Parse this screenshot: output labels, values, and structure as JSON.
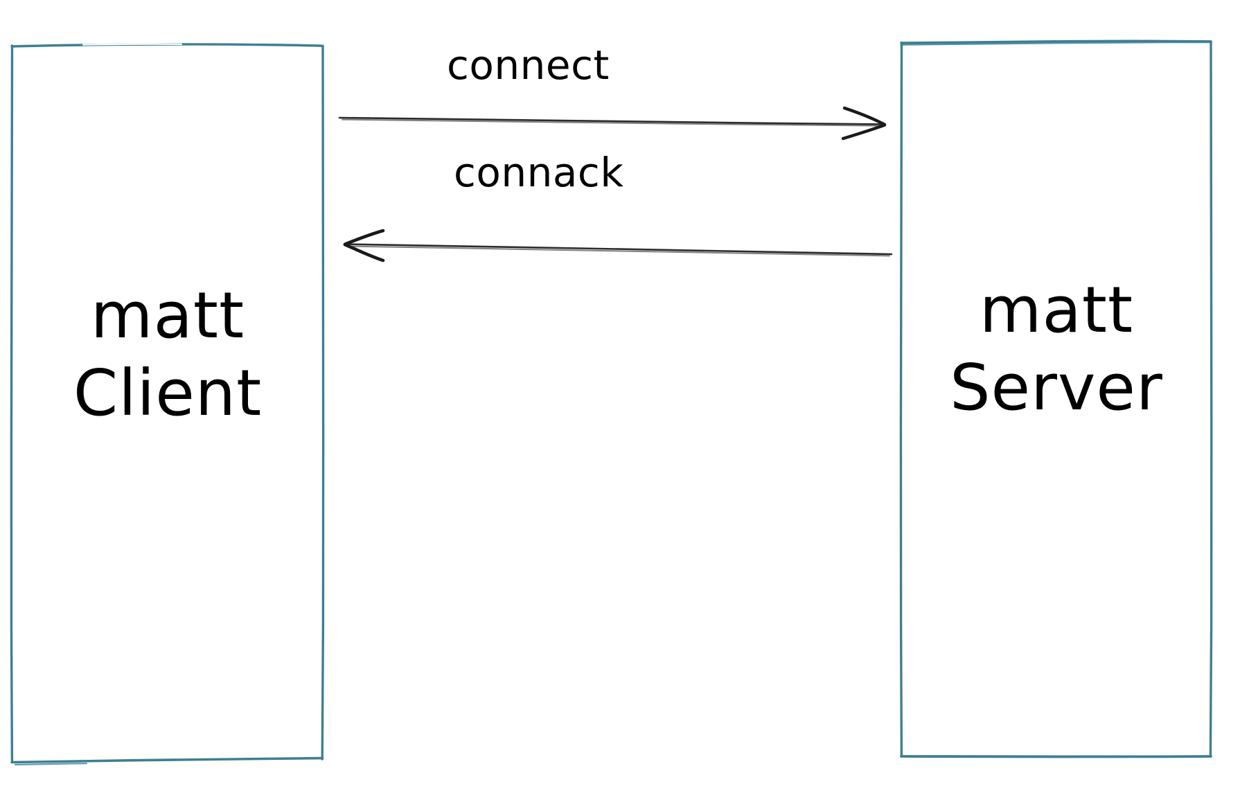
{
  "diagram": {
    "type": "sequence-diagram",
    "title": "",
    "background_color": "#ffffff",
    "box_stroke_color": "#3d7f94",
    "arrow_stroke_color": "#1a1a1a",
    "text_color": "#000000",
    "nodes": [
      {
        "id": "client",
        "label": "matt\nClient",
        "label_line_1": "matt",
        "label_line_2": "Client",
        "shape": "rectangle"
      },
      {
        "id": "server",
        "label": "matt\nServer",
        "label_line_1": "matt",
        "label_line_2": "Server",
        "shape": "rectangle"
      }
    ],
    "edges": [
      {
        "id": "connect",
        "label": "connect",
        "from": "client",
        "to": "server",
        "direction": "right"
      },
      {
        "id": "connack",
        "label": "connack",
        "from": "server",
        "to": "client",
        "direction": "left"
      }
    ]
  }
}
